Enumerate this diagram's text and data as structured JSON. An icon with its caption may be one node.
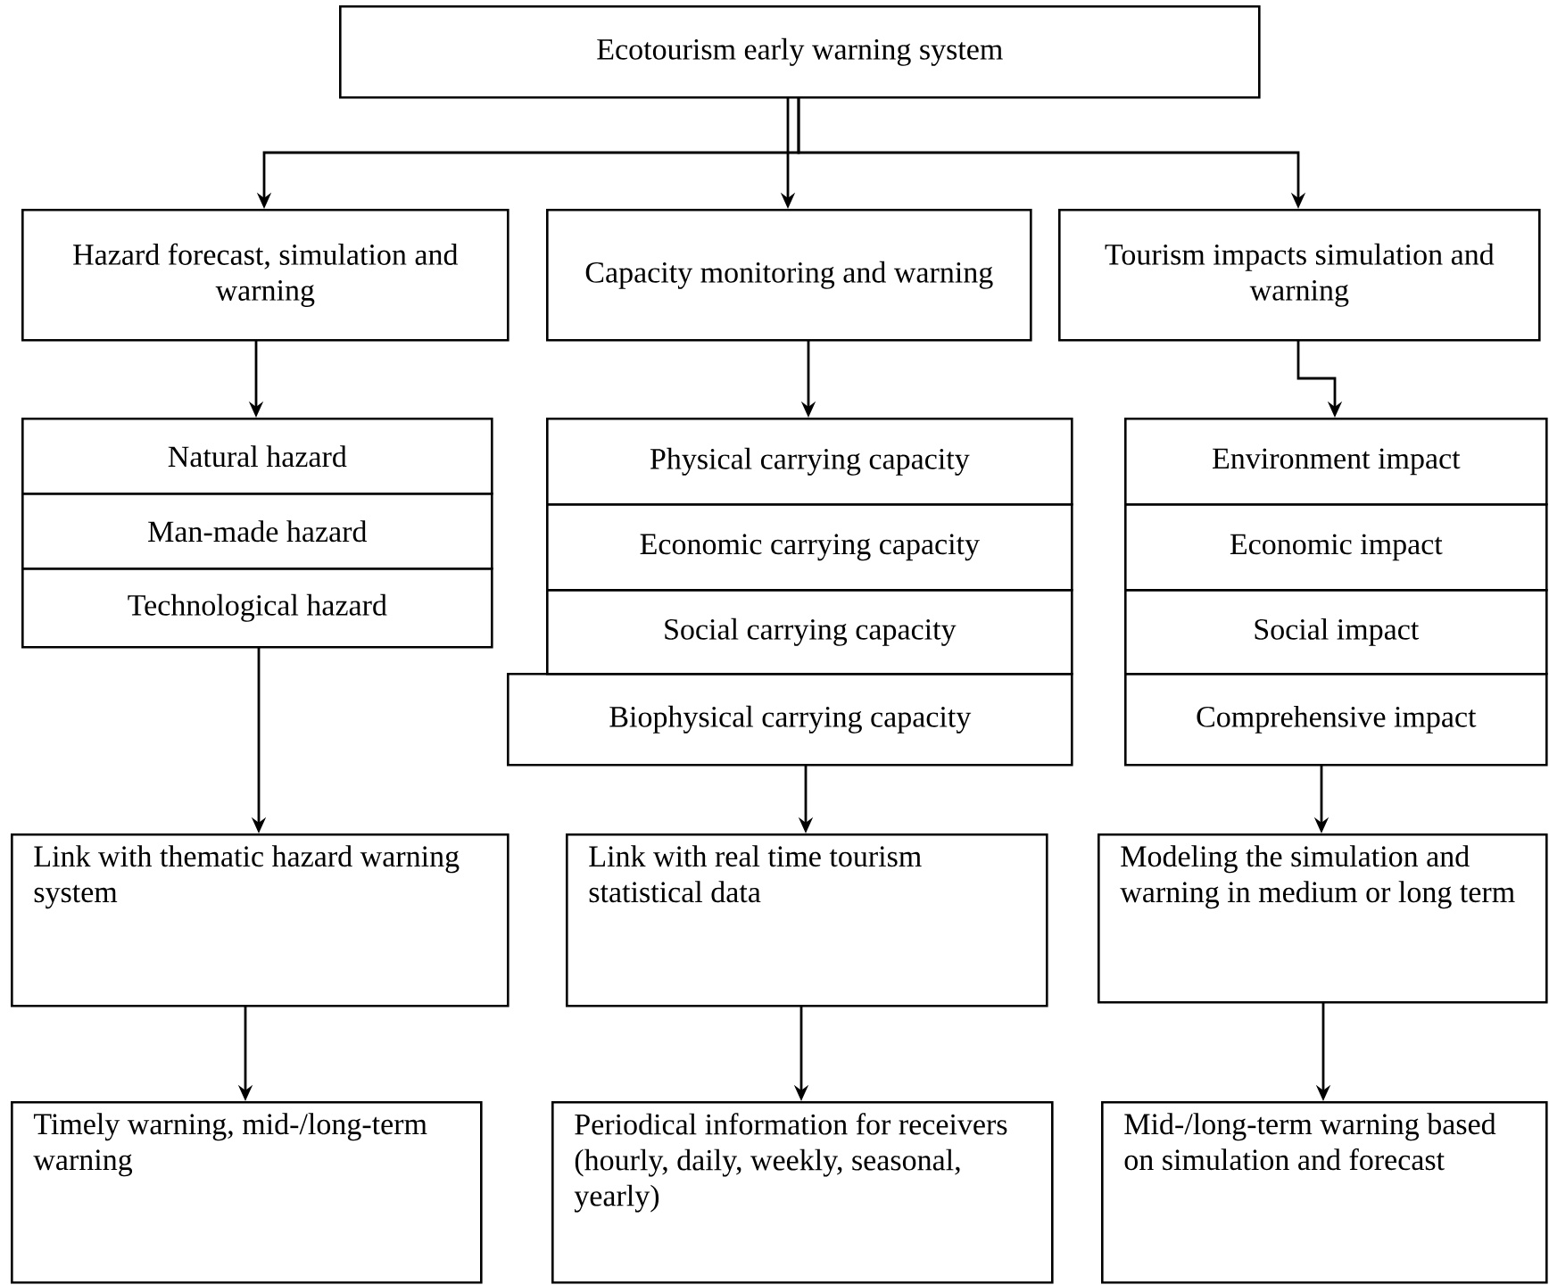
{
  "diagram": {
    "nodes": [
      {
        "text": [
          "Ecotourism early warning system"
        ]
      },
      {
        "text": [
          "Hazard forecast, simulation and warning"
        ]
      },
      {
        "text": [
          "Capacity monitoring and warning"
        ]
      },
      {
        "text": [
          "Tourism impacts simulation and warning"
        ]
      },
      {
        "text": [
          "Natural hazard"
        ]
      },
      {
        "text": [
          "Man-made hazard"
        ]
      },
      {
        "text": [
          "Technological hazard"
        ]
      },
      {
        "text": [
          "Physical carrying capacity"
        ]
      },
      {
        "text": [
          "Economic carrying capacity"
        ]
      },
      {
        "text": [
          "Social carrying capacity"
        ]
      },
      {
        "text": [
          "Biophysical carrying capacity"
        ]
      },
      {
        "text": [
          "Environment impact"
        ]
      },
      {
        "text": [
          "Economic impact"
        ]
      },
      {
        "text": [
          "Social impact"
        ]
      },
      {
        "text": [
          "Comprehensive impact"
        ]
      },
      {
        "text": [
          "Link with thematic hazard warning system"
        ]
      },
      {
        "text": [
          "Link with real time tourism statistical data"
        ]
      },
      {
        "text": [
          "Modeling the simulation and warning in medium or long term"
        ]
      },
      {
        "text": [
          "Timely warning, mid-/long-term warning"
        ]
      },
      {
        "text": [
          "Periodical information for receivers (hourly, daily, weekly, seasonal, yearly)"
        ]
      },
      {
        "text": [
          "Mid-/long-term warning based on simulation and forecast"
        ]
      }
    ],
    "edges": [
      {
        "from": 0,
        "to": 1,
        "arrow": "to"
      },
      {
        "from": 0,
        "to": 2,
        "arrow": "to"
      },
      {
        "from": 0,
        "to": 3,
        "arrow": "to"
      },
      {
        "from": 1,
        "to": 4,
        "arrow": "to"
      },
      {
        "from": 2,
        "to": 7,
        "arrow": "to"
      },
      {
        "from": 3,
        "to": 11,
        "arrow": "to"
      },
      {
        "from": 6,
        "to": 15,
        "arrow": "to"
      },
      {
        "from": 10,
        "to": 16,
        "arrow": "to"
      },
      {
        "from": 14,
        "to": 17,
        "arrow": "to"
      },
      {
        "from": 15,
        "to": 18,
        "arrow": "to"
      },
      {
        "from": 16,
        "to": 19,
        "arrow": "to"
      },
      {
        "from": 17,
        "to": 20,
        "arrow": "to"
      }
    ]
  }
}
